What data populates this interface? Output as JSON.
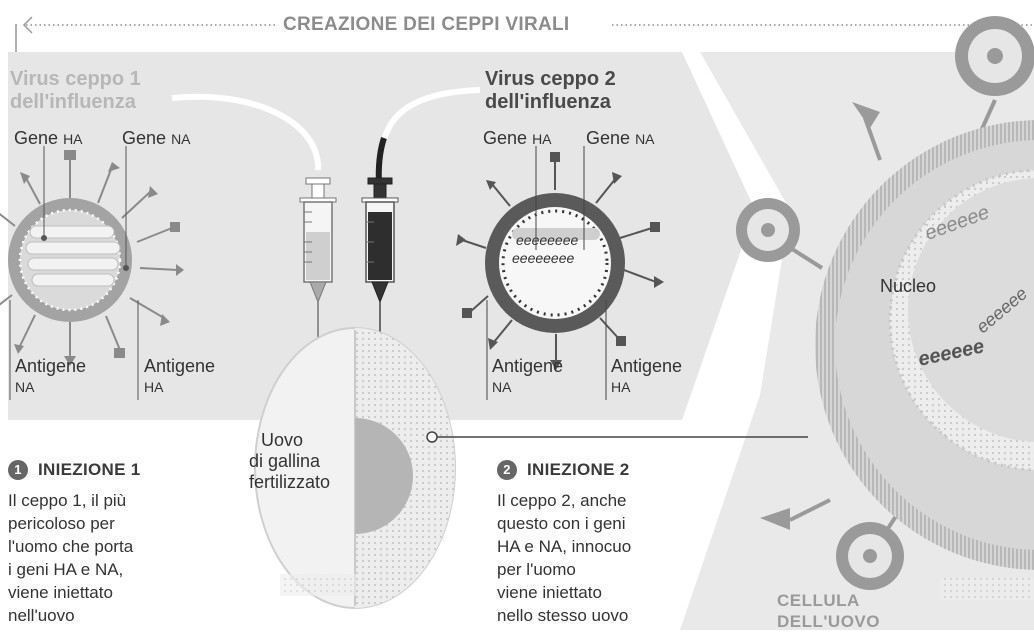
{
  "header": {
    "title": "CREAZIONE DEI CEPPI VIRALI"
  },
  "virus1": {
    "title_lines": [
      "Virus ceppo 1",
      "dell'influenza"
    ],
    "gene_ha": {
      "word": "Gene",
      "code": "HA"
    },
    "gene_na": {
      "word": "Gene",
      "code": "NA"
    },
    "antigen_na": {
      "word": "Antigene",
      "code": "NA"
    },
    "antigen_ha": {
      "word": "Antigene",
      "code": "HA"
    }
  },
  "virus2": {
    "title_lines": [
      "Virus ceppo 2",
      "dell'influenza"
    ],
    "gene_ha": {
      "word": "Gene",
      "code": "HA"
    },
    "gene_na": {
      "word": "Gene",
      "code": "NA"
    },
    "genes_text": "eeeeeeee",
    "antigen_na": {
      "word": "Antigene",
      "code": "NA"
    },
    "antigen_ha": {
      "word": "Antigene",
      "code": "HA"
    }
  },
  "egg": {
    "label_lines": [
      "Uovo",
      "di gallina",
      "fertilizzato"
    ]
  },
  "step1": {
    "number": "1",
    "title": "INIEZIONE 1",
    "text_lines": [
      "Il ceppo 1, il più",
      "pericoloso per",
      "l'uomo che porta",
      "i geni HA e NA,",
      "viene iniettato",
      "nell'uovo"
    ]
  },
  "step2": {
    "number": "2",
    "title": "INIEZIONE 2",
    "text_lines": [
      "Il ceppo 2, anche",
      "questo con i geni",
      "HA e NA, innocuo",
      "per l'uomo",
      "viene iniettato",
      "nello stesso uovo"
    ]
  },
  "cell": {
    "nucleus_label": "Nucleo",
    "label_lines": [
      "CELLULA",
      "DELL'UOVO"
    ],
    "genes_text": "eeeeee"
  },
  "colors": {
    "panel_gray": "#e6e6e6",
    "virus1_ring": "#a3a3a3",
    "virus2_ring": "#5a5a5a",
    "text_dark": "#333333",
    "header_gray": "#8c8c8c"
  }
}
